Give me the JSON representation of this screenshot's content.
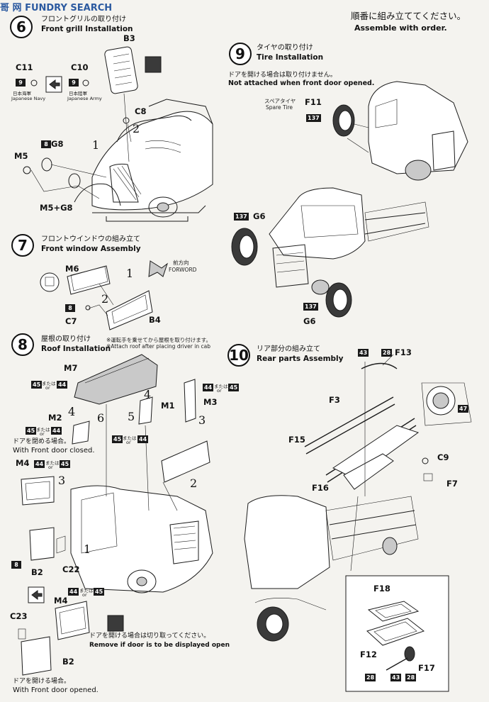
{
  "watermark": {
    "text": "FUNDRY SEARCH",
    "sub": "哥 网"
  },
  "order_note": {
    "jp": "順番に組み立ててください。",
    "en": "Assemble with order."
  },
  "colors": {
    "ink": "#111111",
    "badge": "#1a1a1a",
    "paper": "#f4f3ef"
  },
  "step6": {
    "number": "6",
    "title_jp": "フロントグリルの取り付け",
    "title_en": "Front grill  Installation",
    "parts": {
      "b3": "B3",
      "c11": "C11",
      "c10": "C10",
      "c8": "C8",
      "g8": "G8",
      "m5": "M5",
      "m5g8": "M5+G8"
    },
    "badges": {
      "c11": "9",
      "c10": "9",
      "g8": "8"
    },
    "navy_jp": "日本海軍",
    "navy_en": "Japanese Navy",
    "army_jp": "日本陸軍",
    "army_en": "Japanese Army",
    "seq": {
      "one": "1",
      "two": "2"
    }
  },
  "step7": {
    "number": "7",
    "title_jp": "フロントウインドウの組み立て",
    "title_en": "Front window  Assembly",
    "parts": {
      "m6": "M6",
      "c7": "C7",
      "b4": "B4"
    },
    "badges": {
      "c7": "8"
    },
    "dir_jp": "前方向",
    "dir_en": "FORWORD",
    "seq": {
      "one": "1",
      "two": "2"
    }
  },
  "step8": {
    "number": "8",
    "title_jp": "屋根の取り付け",
    "title_en": "Roof Installation",
    "note_jp": "※運転手を乗せてから屋根を取り付けます。",
    "note_en": "※Attach roof after placing driver in cab",
    "parts": {
      "m7": "M7",
      "m1": "M1",
      "m3": "M3",
      "m2": "M2",
      "m4": "M4",
      "m4b": "M4",
      "b2": "B2",
      "b2b": "B2",
      "c22": "C22",
      "c23": "C23"
    },
    "badges": {
      "n45": "45",
      "n44": "44",
      "n8": "8"
    },
    "or_jp": "または",
    "or_en": "or",
    "closed_jp": "ドアを閉める場合。",
    "closed_en": "With Front door closed.",
    "opened_jp": "ドアを開ける場合。",
    "opened_en": "With Front door opened.",
    "remove_jp": "ドアを開ける場合は切り取ってください。",
    "remove_en": "Remove if door is to be displayed open",
    "seq": {
      "one": "1",
      "two": "2",
      "three": "3",
      "four": "4",
      "five": "5",
      "six": "6"
    }
  },
  "step9": {
    "number": "9",
    "title_jp": "タイヤの取り付け",
    "title_en": "Tire Installation",
    "note_jp": "ドアを開ける場合は取り付けません。",
    "note_en": "Not attached when front door opened.",
    "spare_jp": "スペアタイヤ",
    "spare_en": "Spare Tire",
    "parts": {
      "f11": "F11",
      "g6a": "G6",
      "g6b": "G6"
    },
    "badges": {
      "n137": "137"
    }
  },
  "step10": {
    "number": "10",
    "title_jp": "リア部分の組み立て",
    "title_en": "Rear parts Assembly",
    "parts": {
      "f13": "F13",
      "f3": "F3",
      "f15": "F15",
      "f16": "F16",
      "c9": "C9",
      "f7": "F7",
      "f18": "F18",
      "f12": "F12",
      "f17": "F17"
    },
    "badges": {
      "n43": "43",
      "n28": "28",
      "n47": "47"
    }
  }
}
